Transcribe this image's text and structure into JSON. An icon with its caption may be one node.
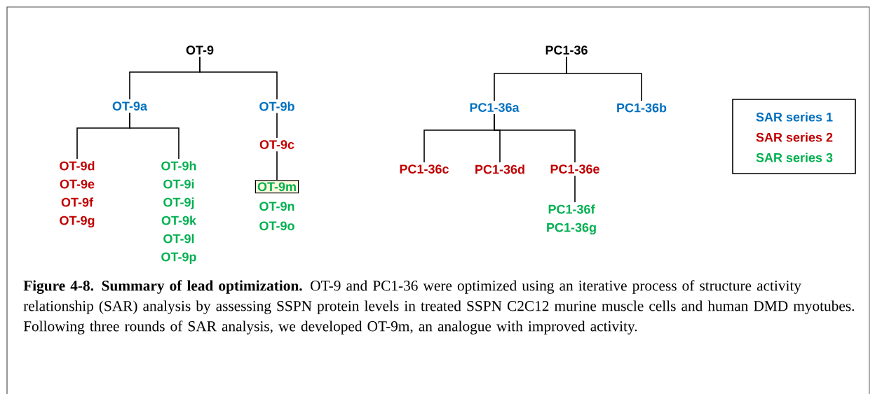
{
  "diagram": {
    "caption": "**Figure 4-8. Summary of lead optimization.** OT-9 and PC1-36 were optimized using an iterative process of structure activity relationship (SAR) analysis by assessing SSPN protein levels in treated SSPN C2C12 murine muscle cells and human DMD myotubes. Following three rounds of SAR analysis, we developed OT-9m, an analogue with improved activity.",
    "nodes": [
      {
        "text": [
          "OT-9"
        ]
      },
      {
        "text": [
          "OT-9a"
        ]
      },
      {
        "text": [
          "OT-9b"
        ]
      },
      {
        "text": [
          "OT-9c"
        ]
      },
      {
        "text": [
          "OT-9d",
          "OT-9e",
          "OT-9f",
          "OT-9g"
        ]
      },
      {
        "text": [
          "OT-9h",
          "OT-9i",
          "OT-9j",
          "OT-9k",
          "OT-9l",
          "OT-9p"
        ]
      },
      {
        "text": [
          "OT-9m",
          "OT-9n",
          "OT-9o"
        ]
      },
      {
        "text": [
          "PC1-36"
        ]
      },
      {
        "text": [
          "PC1-36a"
        ]
      },
      {
        "text": [
          "PC1-36b"
        ]
      },
      {
        "text": [
          "PC1-36c"
        ]
      },
      {
        "text": [
          "PC1-36d"
        ]
      },
      {
        "text": [
          "PC1-36e"
        ]
      },
      {
        "text": [
          "PC1-36f",
          "PC1-36g"
        ]
      }
    ],
    "edges": [
      {
        "from": 0,
        "to": 1,
        "arrow": "none"
      },
      {
        "from": 0,
        "to": 2,
        "arrow": "none"
      },
      {
        "from": 1,
        "to": 4,
        "arrow": "none"
      },
      {
        "from": 1,
        "to": 5,
        "arrow": "none"
      },
      {
        "from": 2,
        "to": 3,
        "arrow": "none"
      },
      {
        "from": 3,
        "to": 6,
        "arrow": "none"
      },
      {
        "from": 7,
        "to": 8,
        "arrow": "none"
      },
      {
        "from": 7,
        "to": 9,
        "arrow": "none"
      },
      {
        "from": 8,
        "to": 10,
        "arrow": "none"
      },
      {
        "from": 8,
        "to": 11,
        "arrow": "none"
      },
      {
        "from": 8,
        "to": 12,
        "arrow": "none"
      },
      {
        "from": 12,
        "to": 13,
        "arrow": "none"
      }
    ],
    "legend": [
      {
        "text": "SAR series 1",
        "color": "#0070c0"
      },
      {
        "text": "SAR series 2",
        "color": "#c00000"
      },
      {
        "text": "SAR series 3",
        "color": "#00b050"
      }
    ]
  }
}
